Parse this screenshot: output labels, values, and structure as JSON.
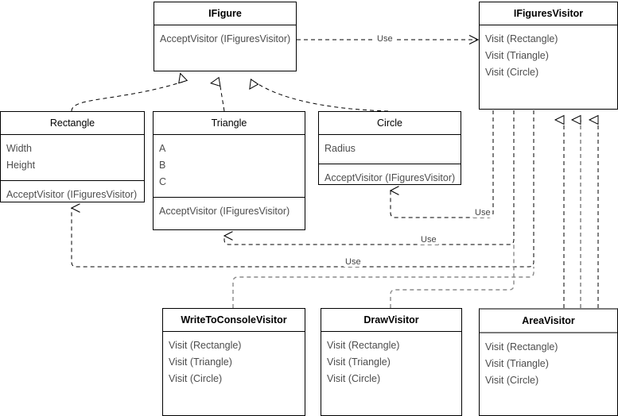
{
  "diagram": {
    "title": "Visitor pattern UML class diagram",
    "stroke_color": "#000000",
    "text_color": "#4d4d4d",
    "background": "#ffffff"
  },
  "classes": {
    "ifigure": {
      "name": "IFigure",
      "operations": [
        "AcceptVisitor (IFiguresVisitor)"
      ]
    },
    "ifiguresvisitor": {
      "name": "IFiguresVisitor",
      "operations": [
        "Visit (Rectangle)",
        "Visit (Triangle)",
        "Visit (Circle)"
      ]
    },
    "rectangle": {
      "name": "Rectangle",
      "attributes": [
        "Width",
        "Height"
      ],
      "operations": [
        "AcceptVisitor (IFiguresVisitor)"
      ]
    },
    "triangle": {
      "name": "Triangle",
      "attributes": [
        "A",
        "B",
        "C"
      ],
      "operations": [
        "AcceptVisitor (IFiguresVisitor)"
      ]
    },
    "circle": {
      "name": "Circle",
      "attributes": [
        "Radius"
      ],
      "operations": [
        "AcceptVisitor (IFiguresVisitor)"
      ]
    },
    "writetoconsolevisitor": {
      "name": "WriteToConsoleVisitor",
      "operations": [
        "Visit (Rectangle)",
        "Visit (Triangle)",
        "Visit (Circle)"
      ]
    },
    "drawvisitor": {
      "name": "DrawVisitor",
      "operations": [
        "Visit (Rectangle)",
        "Visit (Triangle)",
        "Visit (Circle)"
      ]
    },
    "areavisitor": {
      "name": "AreaVisitor",
      "operations": [
        "Visit (Rectangle)",
        "Visit (Triangle)",
        "Visit (Circle)"
      ]
    }
  },
  "relations": {
    "use_labels": [
      {
        "id": "use-ifigure-visitor",
        "text": "Use"
      },
      {
        "id": "use-circle-area",
        "text": "Use"
      },
      {
        "id": "use-triangle-draw",
        "text": "Use"
      },
      {
        "id": "use-rectangle-console",
        "text": "Use"
      }
    ],
    "realizations": [
      {
        "from": "Rectangle",
        "to": "IFigure"
      },
      {
        "from": "Triangle",
        "to": "IFigure"
      },
      {
        "from": "Circle",
        "to": "IFigure"
      },
      {
        "from": "WriteToConsoleVisitor",
        "to": "IFiguresVisitor"
      },
      {
        "from": "DrawVisitor",
        "to": "IFiguresVisitor"
      },
      {
        "from": "AreaVisitor",
        "to": "IFiguresVisitor"
      }
    ]
  }
}
